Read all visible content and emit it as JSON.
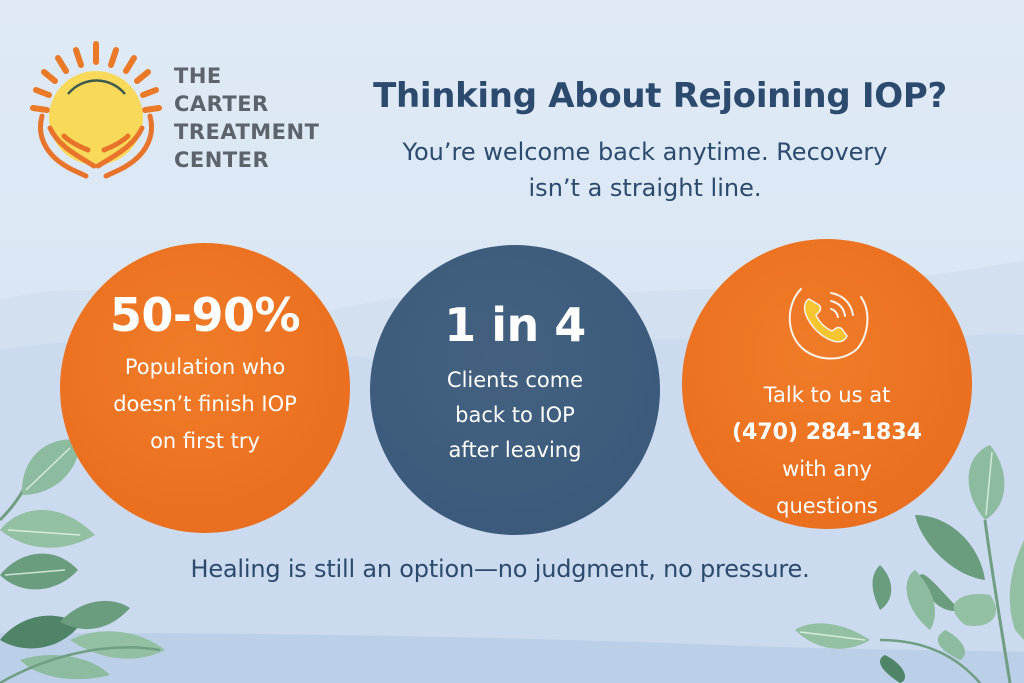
{
  "brand": {
    "name_lines": [
      "THE",
      "CARTER",
      "TREATMENT",
      "CENTER"
    ],
    "logo_icon": "sun-in-hands-icon"
  },
  "header": {
    "title": "Thinking About Rejoining IOP?",
    "subtitle_lines": [
      "You’re welcome back anytime. Recovery",
      "isn’t a straight line."
    ]
  },
  "stats": [
    {
      "value": "50-90%",
      "description_lines": [
        "Population who",
        "doesn’t finish IOP",
        "on first try"
      ],
      "color": "#ea6f1f"
    },
    {
      "value": "1 in 4",
      "description_lines": [
        "Clients come",
        "back to IOP",
        "after leaving"
      ],
      "color": "#3c5a7b"
    }
  ],
  "contact": {
    "icon": "phone-icon",
    "lead": "Talk to us at",
    "phone": "(470) 284-1834",
    "trail_lines": [
      "with any",
      "questions"
    ],
    "color": "#ea6f1f"
  },
  "footer": {
    "tagline": "Healing is still an option—no judgment, no pressure."
  },
  "colors": {
    "orange": "#ea6f1f",
    "navy": "#3c5a7b",
    "heading": "#2b4a6e",
    "logo_text": "#5c636b",
    "sun_yellow": "#f8d95a",
    "leaf_green": "#7fae93",
    "background": "#dbe7f4"
  }
}
